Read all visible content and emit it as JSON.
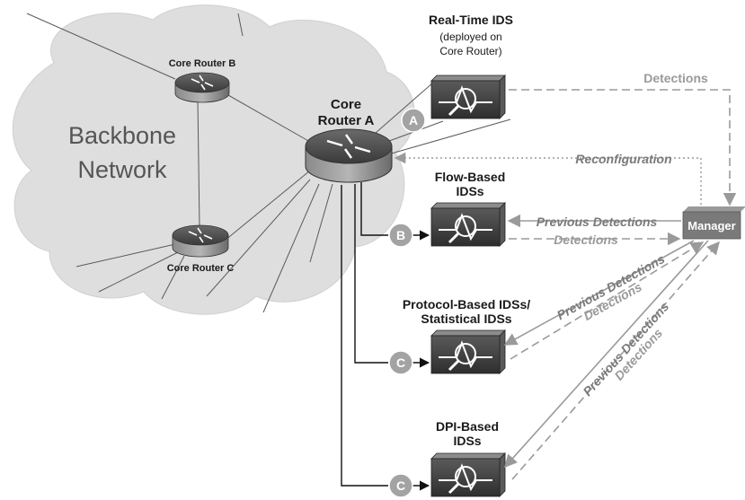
{
  "cloud": {
    "line1": "Backbone",
    "line2": "Network"
  },
  "routers": {
    "b": "Core Router B",
    "c": "Core Router C",
    "a_line1": "Core",
    "a_line2": "Router A"
  },
  "ids": {
    "realtime": {
      "title": "Real-Time IDS",
      "sub1": "(deployed on",
      "sub2": "Core Router)",
      "badge": "A"
    },
    "flow": {
      "title1": "Flow-Based",
      "title2": "IDSs",
      "badge": "B"
    },
    "protocol": {
      "title1": "Protocol-Based IDSs/",
      "title2": "Statistical IDSs",
      "badge": "C"
    },
    "dpi": {
      "title1": "DPI-Based",
      "title2": "IDSs",
      "badge": "C"
    }
  },
  "manager": {
    "label": "Manager"
  },
  "flows": {
    "detections": "Detections",
    "reconfiguration": "Reconfiguration",
    "previous_detections": "Previous Detections"
  },
  "colors": {
    "cloud": "#dedede",
    "router_dark": "#4a4a4a",
    "badge": "#a3a3a3",
    "manager": "#7a7a7a",
    "flow_grey": "#9a9a9a"
  }
}
